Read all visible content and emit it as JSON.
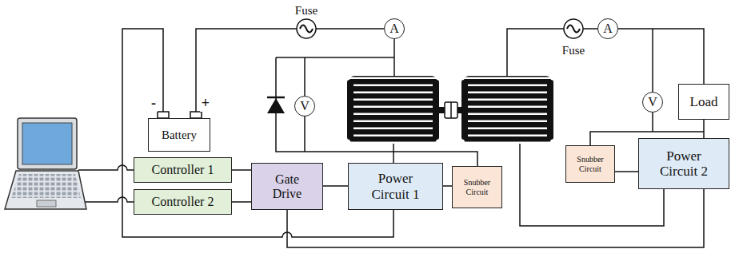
{
  "diagram": {
    "nodes": [
      {
        "text": [
          "A"
        ]
      },
      {
        "text": [
          "A"
        ]
      },
      {
        "text": [
          "Battery"
        ]
      },
      {
        "text": [
          "V"
        ]
      },
      {
        "text": [
          "V"
        ]
      },
      {
        "text": [
          "Load"
        ]
      },
      {
        "text": [
          "Controller 1"
        ]
      },
      {
        "text": [
          "Gate Drive"
        ]
      },
      {
        "text": [
          "Power Circuit 1"
        ]
      },
      {
        "text": [
          "Snubber Circuit"
        ]
      },
      {
        "text": [
          "Snubber Circuit"
        ]
      },
      {
        "text": [
          "Power Circuit 2"
        ]
      },
      {
        "text": [
          "Controller 2"
        ]
      }
    ],
    "edges": [
      {
        "from": 6,
        "to": 7,
        "arrow": "none"
      },
      {
        "from": 12,
        "to": 7,
        "arrow": "none"
      },
      {
        "from": 7,
        "to": 8,
        "arrow": "none"
      },
      {
        "from": 8,
        "to": 9,
        "arrow": "none"
      },
      {
        "from": 10,
        "to": 11,
        "arrow": "none"
      }
    ],
    "labels": [
      "Fuse",
      "Fuse",
      "-",
      "+"
    ]
  }
}
